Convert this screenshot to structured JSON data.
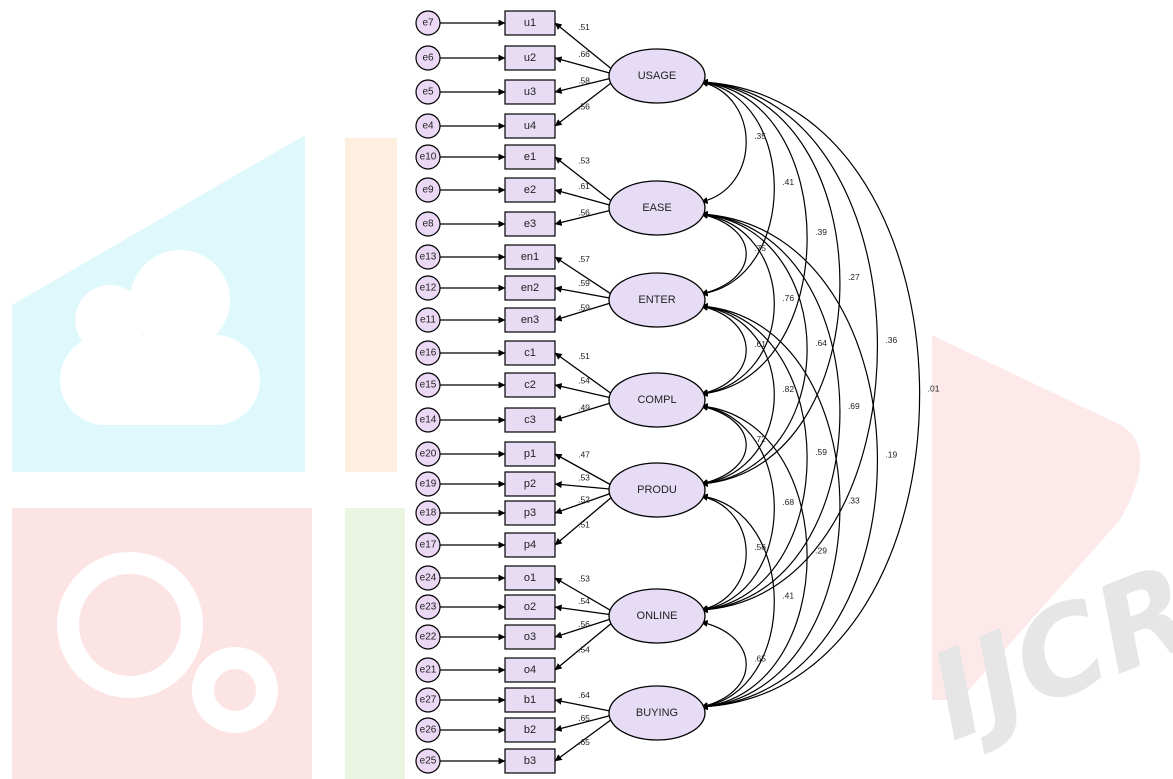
{
  "watermark": {
    "text": "IJCRT",
    "colors": {
      "cyan": "#dff8fc",
      "orange": "#fdeee0",
      "red": "#fde4e4",
      "green": "#eaf6e2",
      "redShape": "#fde9e9",
      "watermarkText": "#e6e6e6"
    }
  },
  "colors": {
    "boxFill": "#e8dcf5",
    "ellipseFill": "#e6dcf5",
    "errorFill": "#ead8f4",
    "stroke": "#000000"
  },
  "factors": [
    {
      "id": "usage",
      "label": "USAGE"
    },
    {
      "id": "ease",
      "label": "EASE"
    },
    {
      "id": "enter",
      "label": "ENTER"
    },
    {
      "id": "compl",
      "label": "COMPL"
    },
    {
      "id": "produ",
      "label": "PRODU"
    },
    {
      "id": "online",
      "label": "ONLINE"
    },
    {
      "id": "buying",
      "label": "BUYING"
    }
  ],
  "indicators": [
    {
      "label": "u1",
      "error": "e7",
      "factor": "usage",
      "loading": ".51"
    },
    {
      "label": "u2",
      "error": "e6",
      "factor": "usage",
      "loading": ".66"
    },
    {
      "label": "u3",
      "error": "e5",
      "factor": "usage",
      "loading": ".58"
    },
    {
      "label": "u4",
      "error": "e4",
      "factor": "usage",
      "loading": ".56"
    },
    {
      "label": "e1",
      "error": "e10",
      "factor": "ease",
      "loading": ".53"
    },
    {
      "label": "e2",
      "error": "e9",
      "factor": "ease",
      "loading": ".61"
    },
    {
      "label": "e3",
      "error": "e8",
      "factor": "ease",
      "loading": ".56"
    },
    {
      "label": "en1",
      "error": "e13",
      "factor": "enter",
      "loading": ".57"
    },
    {
      "label": "en2",
      "error": "e12",
      "factor": "enter",
      "loading": ".59"
    },
    {
      "label": "en3",
      "error": "e11",
      "factor": "enter",
      "loading": ".59"
    },
    {
      "label": "c1",
      "error": "e16",
      "factor": "compl",
      "loading": ".51"
    },
    {
      "label": "c2",
      "error": "e15",
      "factor": "compl",
      "loading": ".54"
    },
    {
      "label": "c3",
      "error": "e14",
      "factor": "compl",
      "loading": ".49"
    },
    {
      "label": "p1",
      "error": "e20",
      "factor": "produ",
      "loading": ".47"
    },
    {
      "label": "p2",
      "error": "e19",
      "factor": "produ",
      "loading": ".53"
    },
    {
      "label": "p3",
      "error": "e18",
      "factor": "produ",
      "loading": ".52"
    },
    {
      "label": "p4",
      "error": "e17",
      "factor": "produ",
      "loading": ".51"
    },
    {
      "label": "o1",
      "error": "e24",
      "factor": "online",
      "loading": ".53"
    },
    {
      "label": "o2",
      "error": "e23",
      "factor": "online",
      "loading": ".54"
    },
    {
      "label": "o3",
      "error": "e22",
      "factor": "online",
      "loading": ".56"
    },
    {
      "label": "o4",
      "error": "e21",
      "factor": "online",
      "loading": ".54"
    },
    {
      "label": "b1",
      "error": "e27",
      "factor": "buying",
      "loading": ".64"
    },
    {
      "label": "b2",
      "error": "e26",
      "factor": "buying",
      "loading": ".65"
    },
    {
      "label": "b3",
      "error": "e25",
      "factor": "buying",
      "loading": ".65"
    }
  ],
  "covariances": [
    {
      "from": "usage",
      "to": "ease",
      "value": ".35"
    },
    {
      "from": "usage",
      "to": "enter",
      "value": ".41"
    },
    {
      "from": "usage",
      "to": "compl",
      "value": ".39"
    },
    {
      "from": "usage",
      "to": "produ",
      "value": ".27"
    },
    {
      "from": "usage",
      "to": "online",
      "value": ".36"
    },
    {
      "from": "usage",
      "to": "buying",
      "value": ".01"
    },
    {
      "from": "ease",
      "to": "enter",
      "value": ".75"
    },
    {
      "from": "ease",
      "to": "compl",
      "value": ".76"
    },
    {
      "from": "ease",
      "to": "produ",
      "value": ".64"
    },
    {
      "from": "ease",
      "to": "online",
      "value": ".69"
    },
    {
      "from": "ease",
      "to": "buying",
      "value": ".19"
    },
    {
      "from": "enter",
      "to": "compl",
      "value": ".61"
    },
    {
      "from": "enter",
      "to": "produ",
      "value": ".82"
    },
    {
      "from": "enter",
      "to": "online",
      "value": ".59"
    },
    {
      "from": "enter",
      "to": "buying",
      "value": ".33"
    },
    {
      "from": "compl",
      "to": "produ",
      "value": ".72"
    },
    {
      "from": "compl",
      "to": "online",
      "value": ".68"
    },
    {
      "from": "compl",
      "to": "buying",
      "value": ".29"
    },
    {
      "from": "produ",
      "to": "online",
      "value": ".56"
    },
    {
      "from": "produ",
      "to": "buying",
      "value": ".41"
    },
    {
      "from": "online",
      "to": "buying",
      "value": ".65"
    }
  ]
}
